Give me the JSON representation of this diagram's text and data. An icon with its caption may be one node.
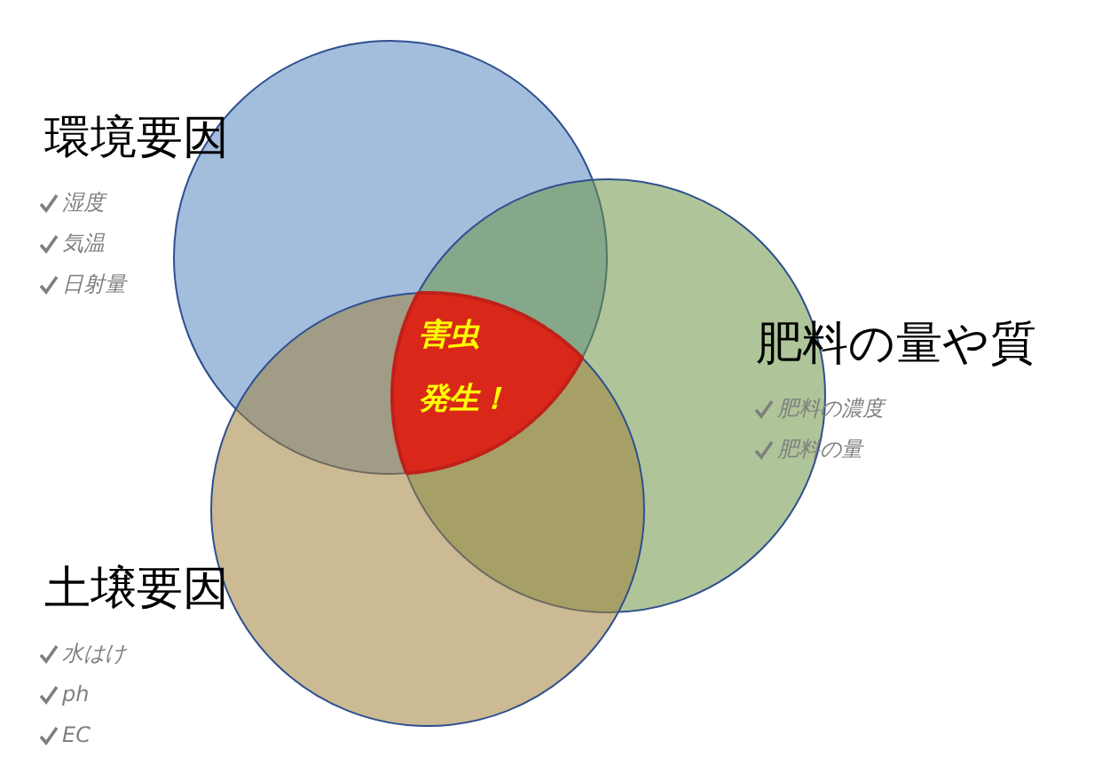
{
  "diagram": {
    "nodes": [
      {
        "text": [
          "環境要因",
          "湿度",
          "気温",
          "日射量"
        ]
      },
      {
        "text": [
          "肥料の量や質",
          "肥料の濃度",
          "肥料の量"
        ]
      },
      {
        "text": [
          "土壌要因",
          "水はけ",
          "ph",
          "EC"
        ]
      },
      {
        "text": [
          "害虫",
          "発生！"
        ]
      }
    ],
    "edges": []
  }
}
